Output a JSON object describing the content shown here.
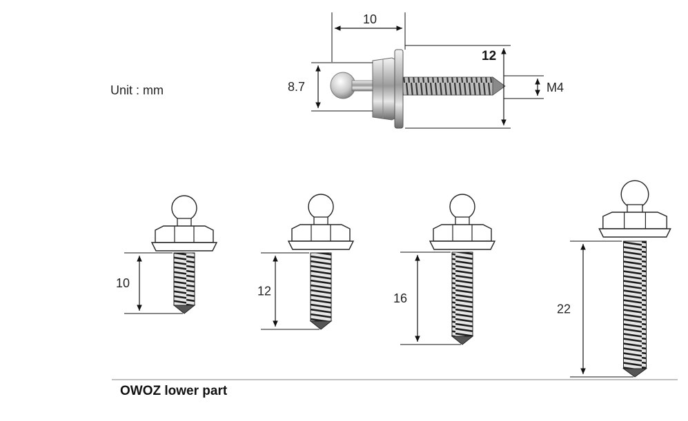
{
  "unit_label": "Unit : mm",
  "top_dims": {
    "head_length": "10",
    "head_diameter": "8.7",
    "overall": "12",
    "thread": "M4"
  },
  "screws": [
    {
      "length_label": "10"
    },
    {
      "length_label": "12"
    },
    {
      "length_label": "16"
    },
    {
      "length_label": "22"
    }
  ],
  "caption": "OWOZ lower part",
  "colors": {
    "steel_dark": "#3a3a3a",
    "steel_light": "#d9d9d9",
    "line": "#111111"
  }
}
